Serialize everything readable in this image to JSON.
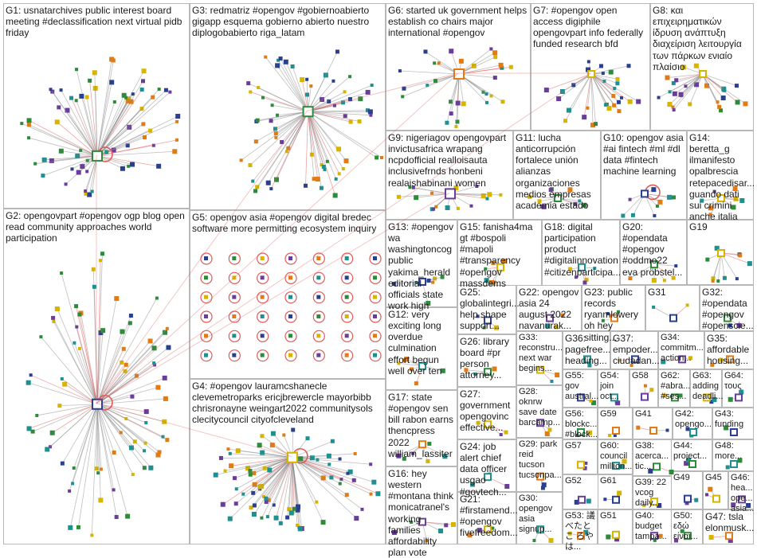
{
  "groups": [
    {
      "id": "G1",
      "label": "G1: usnatarchives public interest board meeting #declassification next virtual pidb friday"
    },
    {
      "id": "G2",
      "label": "G2: opengovpart #opengov ogp blog open read community approaches world participation"
    },
    {
      "id": "G3",
      "label": "G3: redmatriz #opengov #gobiernoabierto gigapp esquema gobierno abierto nuestro diplogobabierto riga_latam"
    },
    {
      "id": "G4",
      "label": "G4: #opengov lauramcshanecle clevemetroparks ericjbrewercle mayorbibb chrisronayne weingart2022 communitysols clecitycouncil cityofcleveland"
    },
    {
      "id": "G5",
      "label": "G5: opengov asia #opengov digital bredec software more permitting ecosystem inquiry"
    },
    {
      "id": "G6",
      "label": "G6: started uk government helps establish co chairs major international #opengov"
    },
    {
      "id": "G7",
      "label": "G7: #opengov open access digiphile opengovpart info federally funded research bfd"
    },
    {
      "id": "G8",
      "label": "G8: και επιχειρηματικών ίδρυση ανάπτυξη διαχείριση λειτουργία των πάρκων ενιαίο πλαίσιο"
    },
    {
      "id": "G9",
      "label": "G9: nigeriagov opengovpart invictusafrica wrapang ncpdofficial realloisauta inclusivefrnds honbeni realaishabinani women"
    },
    {
      "id": "G10",
      "label": "G10: opengov asia #ai fintech #ml #dl data #fintech machine learning"
    },
    {
      "id": "G11",
      "label": "G11: lucha anticorrupción fortalece unión alianzas organizaciones medios empresas academia estado"
    },
    {
      "id": "G12",
      "label": "G12: very exciting long overdue culmination effort begun well over ten"
    },
    {
      "id": "G13",
      "label": "G13: #opengov wa washingtoncog public yakima_herald editorial officials state work high"
    },
    {
      "id": "G14",
      "label": "G14: beretta_g ilmanifesto opalbrescia retepacedisar... guando dati sui crimini anche italia"
    },
    {
      "id": "G15",
      "label": "G15: fanisha4ma gt #bospoli #mapoli #transparency #opengov massdems"
    },
    {
      "id": "G16",
      "label": "G16: hey western #montana think monicatranel's working families affordability plan vote"
    },
    {
      "id": "G17",
      "label": "G17: state #opengov sen bill rabon earns thencpress 2022 william_lassiter"
    },
    {
      "id": "G18",
      "label": "G18: digital participation product #digitalinnovation #citizenparticipa..."
    },
    {
      "id": "G19",
      "label": "G19"
    },
    {
      "id": "G20",
      "label": "G20: #opendata #opengov #oddmo22 eva pröbstel..."
    },
    {
      "id": "G21",
      "label": "G21: #firstamend... #opengov fivefreedom..."
    },
    {
      "id": "G22",
      "label": "G22: opengov asia 24 august 2022 navanurak..."
    },
    {
      "id": "G23",
      "label": "G23: public records ryanmlowery oh hey sitting..."
    },
    {
      "id": "G24",
      "label": "G24: job alert chief data officer usgao #govtech..."
    },
    {
      "id": "G25",
      "label": "G25: globalintegri... help shape support..."
    },
    {
      "id": "G26",
      "label": "G26: library board #pr person attorney..."
    },
    {
      "id": "G27",
      "label": "G27: government opengovinc effective..."
    },
    {
      "id": "G28",
      "label": "G28: oknrw save date barcamp..."
    },
    {
      "id": "G29",
      "label": "G29: park reid tucson tucsonpa..."
    },
    {
      "id": "G30",
      "label": "G30: opengov asia signup..."
    },
    {
      "id": "G31",
      "label": "G31"
    },
    {
      "id": "G32",
      "label": "G32: #opendata #opengov #openscie..."
    },
    {
      "id": "G33",
      "label": "G33: reconstru... next war begins..."
    },
    {
      "id": "G34",
      "label": "G34: commitm... action..."
    },
    {
      "id": "G35",
      "label": "G35: affordable housing..."
    },
    {
      "id": "G36",
      "label": "G36: pagefree... heading..."
    },
    {
      "id": "G37",
      "label": "G37: empoder... ciudadan..."
    },
    {
      "id": "G38",
      "label": "G38: acerca... tic..."
    },
    {
      "id": "G39",
      "label": "G39: 22 vcog daily..."
    },
    {
      "id": "G40",
      "label": "G40: budget tampa..."
    },
    {
      "id": "G41",
      "label": "G41"
    },
    {
      "id": "G42",
      "label": "G42: opengo..."
    },
    {
      "id": "G43",
      "label": "G43: funding"
    },
    {
      "id": "G44",
      "label": "G44: project..."
    },
    {
      "id": "G45",
      "label": "G45"
    },
    {
      "id": "G46",
      "label": "G46: hea... ope... asia..."
    },
    {
      "id": "G47",
      "label": "G47: tsla elonmusk..."
    },
    {
      "id": "G48",
      "label": "G48: more..."
    },
    {
      "id": "G49",
      "label": "G49"
    },
    {
      "id": "G50",
      "label": "G50: εδώ είναι..."
    },
    {
      "id": "G51",
      "label": "G51"
    },
    {
      "id": "G52",
      "label": "G52"
    },
    {
      "id": "G53",
      "label": "G53: 議 べたとこ ろやは..."
    },
    {
      "id": "G54",
      "label": "G54: join oct..."
    },
    {
      "id": "G55",
      "label": "G55: gov austral..."
    },
    {
      "id": "G56",
      "label": "G56: blockc... #block..."
    },
    {
      "id": "G57",
      "label": "G57"
    },
    {
      "id": "G58",
      "label": "G58"
    },
    {
      "id": "G59",
      "label": "G59"
    },
    {
      "id": "G60",
      "label": "G60: council million..."
    },
    {
      "id": "G61",
      "label": "G61"
    },
    {
      "id": "G62",
      "label": "G62: #abra... #ses..."
    },
    {
      "id": "G63",
      "label": "G63: adding deadli..."
    },
    {
      "id": "G64",
      "label": "G64: τους"
    }
  ],
  "palette": {
    "edge": "#8a8a8a",
    "edge_red": "#e05a5a",
    "node_blue": "#2a3f8f",
    "node_green": "#2e8b3c",
    "node_yellow": "#d6b400",
    "node_purple": "#6a3d9a",
    "node_orange": "#e07b16",
    "node_teal": "#1f8f8f",
    "border": "#b8b8b8"
  }
}
